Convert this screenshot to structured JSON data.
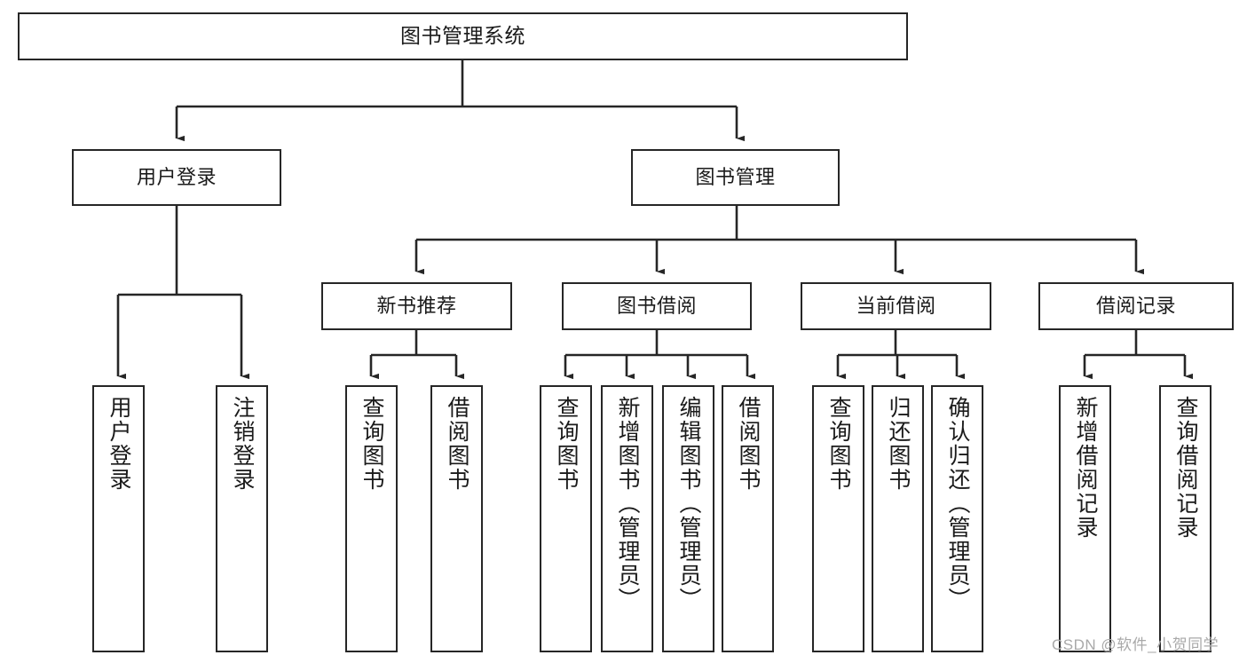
{
  "diagram": {
    "title": "图书管理系统",
    "type": "tree-hierarchy",
    "watermark": "CSDN @软件_小贺同学",
    "colors": {
      "node_border": "#262626",
      "node_fill": "#ffffff",
      "edge": "#262626",
      "text": "#1a1a1a",
      "watermark": "#a9a9a9"
    },
    "nodes": {
      "root": {
        "label": "图书管理系统"
      },
      "level2": [
        {
          "id": "user-login",
          "label": "用户登录"
        },
        {
          "id": "book-management",
          "label": "图书管理"
        }
      ],
      "level3": [
        {
          "id": "new-book-recommend",
          "label": "新书推荐"
        },
        {
          "id": "book-borrow",
          "label": "图书借阅"
        },
        {
          "id": "current-borrow",
          "label": "当前借阅"
        },
        {
          "id": "borrow-record",
          "label": "借阅记录"
        }
      ],
      "leaves": {
        "user-login": [
          {
            "id": "leaf-user-login",
            "label": "用户登录"
          },
          {
            "id": "leaf-logout-login",
            "label": "注销登录"
          }
        ],
        "new-book-recommend": [
          {
            "id": "leaf-query-book-1",
            "label": "查询图书"
          },
          {
            "id": "leaf-borrow-book-1",
            "label": "借阅图书"
          }
        ],
        "book-borrow": [
          {
            "id": "leaf-query-book-2",
            "label": "查询图书"
          },
          {
            "id": "leaf-add-book",
            "label": "新增图书（管理员）"
          },
          {
            "id": "leaf-edit-book",
            "label": "编辑图书（管理员）"
          },
          {
            "id": "leaf-borrow-book-2",
            "label": "借阅图书"
          }
        ],
        "current-borrow": [
          {
            "id": "leaf-query-book-3",
            "label": "查询图书"
          },
          {
            "id": "leaf-return-book",
            "label": "归还图书"
          },
          {
            "id": "leaf-confirm-return",
            "label": "确认归还（管理员）"
          }
        ],
        "borrow-record": [
          {
            "id": "leaf-add-record",
            "label": "新增借阅记录"
          },
          {
            "id": "leaf-query-record",
            "label": "查询借阅记录"
          }
        ]
      }
    }
  }
}
